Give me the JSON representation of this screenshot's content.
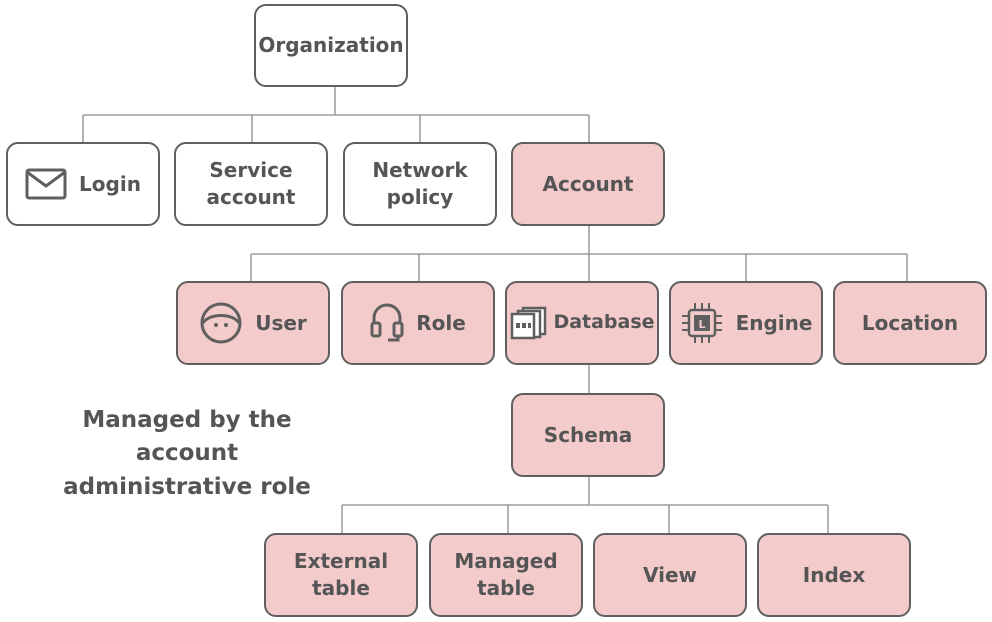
{
  "nodes": {
    "organization": "Organization",
    "login": "Login",
    "service_account": "Service\naccount",
    "network_policy": "Network\npolicy",
    "account": "Account",
    "user": "User",
    "role": "Role",
    "database": "Database",
    "engine": "Engine",
    "location": "Location",
    "schema": "Schema",
    "external_table": "External\ntable",
    "managed_table": "Managed\ntable",
    "view": "View",
    "index": "Index"
  },
  "caption": "Managed by the\naccount\nadministrative role",
  "icons": {
    "login": "envelope-icon",
    "user": "user-face-icon",
    "role": "headset-icon",
    "database": "database-stack-icon",
    "engine": "chip-icon"
  },
  "engine_chip_letter": "L",
  "colors": {
    "pink_fill": "#f3cbcb",
    "white_fill": "#ffffff",
    "border": "#5f5f5f",
    "text": "#555555",
    "connector": "#8a8a8a"
  }
}
